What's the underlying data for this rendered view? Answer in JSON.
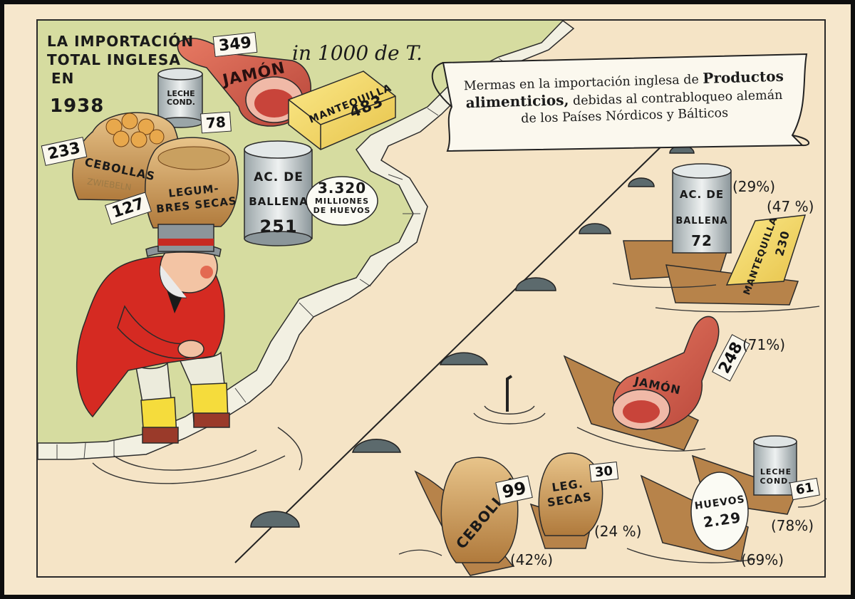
{
  "poster": {
    "title_lines": [
      "LA IMPORTACIÓN",
      "TOTAL INGLESA",
      "EN",
      "1938"
    ],
    "unit": "in 1000 de T.",
    "banner": {
      "line1_normal": "Mermas en la importación inglesa de",
      "line1_bold": "Productos",
      "line2_bold": "alimenticios,",
      "line2_normal": "debidas al contrabloqueo alemán",
      "line3": "de los Países Nórdicos y Bálticos"
    }
  },
  "imports_1938": {
    "jamon": {
      "label": "JAMÓN",
      "value": "349"
    },
    "leche": {
      "label_line1": "LECHE",
      "label_line2": "COND.",
      "value": "78"
    },
    "mantequilla": {
      "label": "MANTEQUILLA",
      "value": "483"
    },
    "cebollas": {
      "label": "CEBOLLAS",
      "sublabel": "ZWIEBELN",
      "value": "233"
    },
    "legumbres": {
      "label_line1": "LEGUM-",
      "label_line2": "BRES SECAS",
      "value": "127"
    },
    "ballena": {
      "label_line1": "AC. DE",
      "label_line2": "BALLENA",
      "value": "251"
    },
    "huevos": {
      "value": "3.320",
      "label_line1": "MILLIONES",
      "label_line2": "DE HUEVOS"
    }
  },
  "losses": {
    "ballena": {
      "label_line1": "AC. DE",
      "label_line2": "BALLENA",
      "value": "72",
      "pct": "(29%)"
    },
    "mantequilla": {
      "label": "MANTEQUILLA",
      "value": "230",
      "pct": "(47 %)"
    },
    "jamon": {
      "label": "JAMÓN",
      "value": "248",
      "pct": "(71%)"
    },
    "cebollas": {
      "label": "CEBOLLAS",
      "value": "99",
      "pct": "(42%)"
    },
    "legumbres": {
      "label_line1": "LEG.",
      "label_line2": "SECAS",
      "value": "30",
      "pct": "(24 %)"
    },
    "huevos": {
      "label": "HUEVOS",
      "value": "2.29",
      "pct": "(69%)"
    },
    "leche": {
      "label_line1": "LECHE",
      "label_line2": "COND.",
      "value": "61",
      "pct": "(78%)"
    }
  },
  "colors": {
    "paper": "#f6e7cc",
    "land": "#d6dca0",
    "cliff": "#f2f0e2",
    "water": "#f4e4c8",
    "mine": "#5c6a6d",
    "coat": "#d52a22",
    "boat": "#b7834a",
    "border": "#2a2a2a"
  }
}
